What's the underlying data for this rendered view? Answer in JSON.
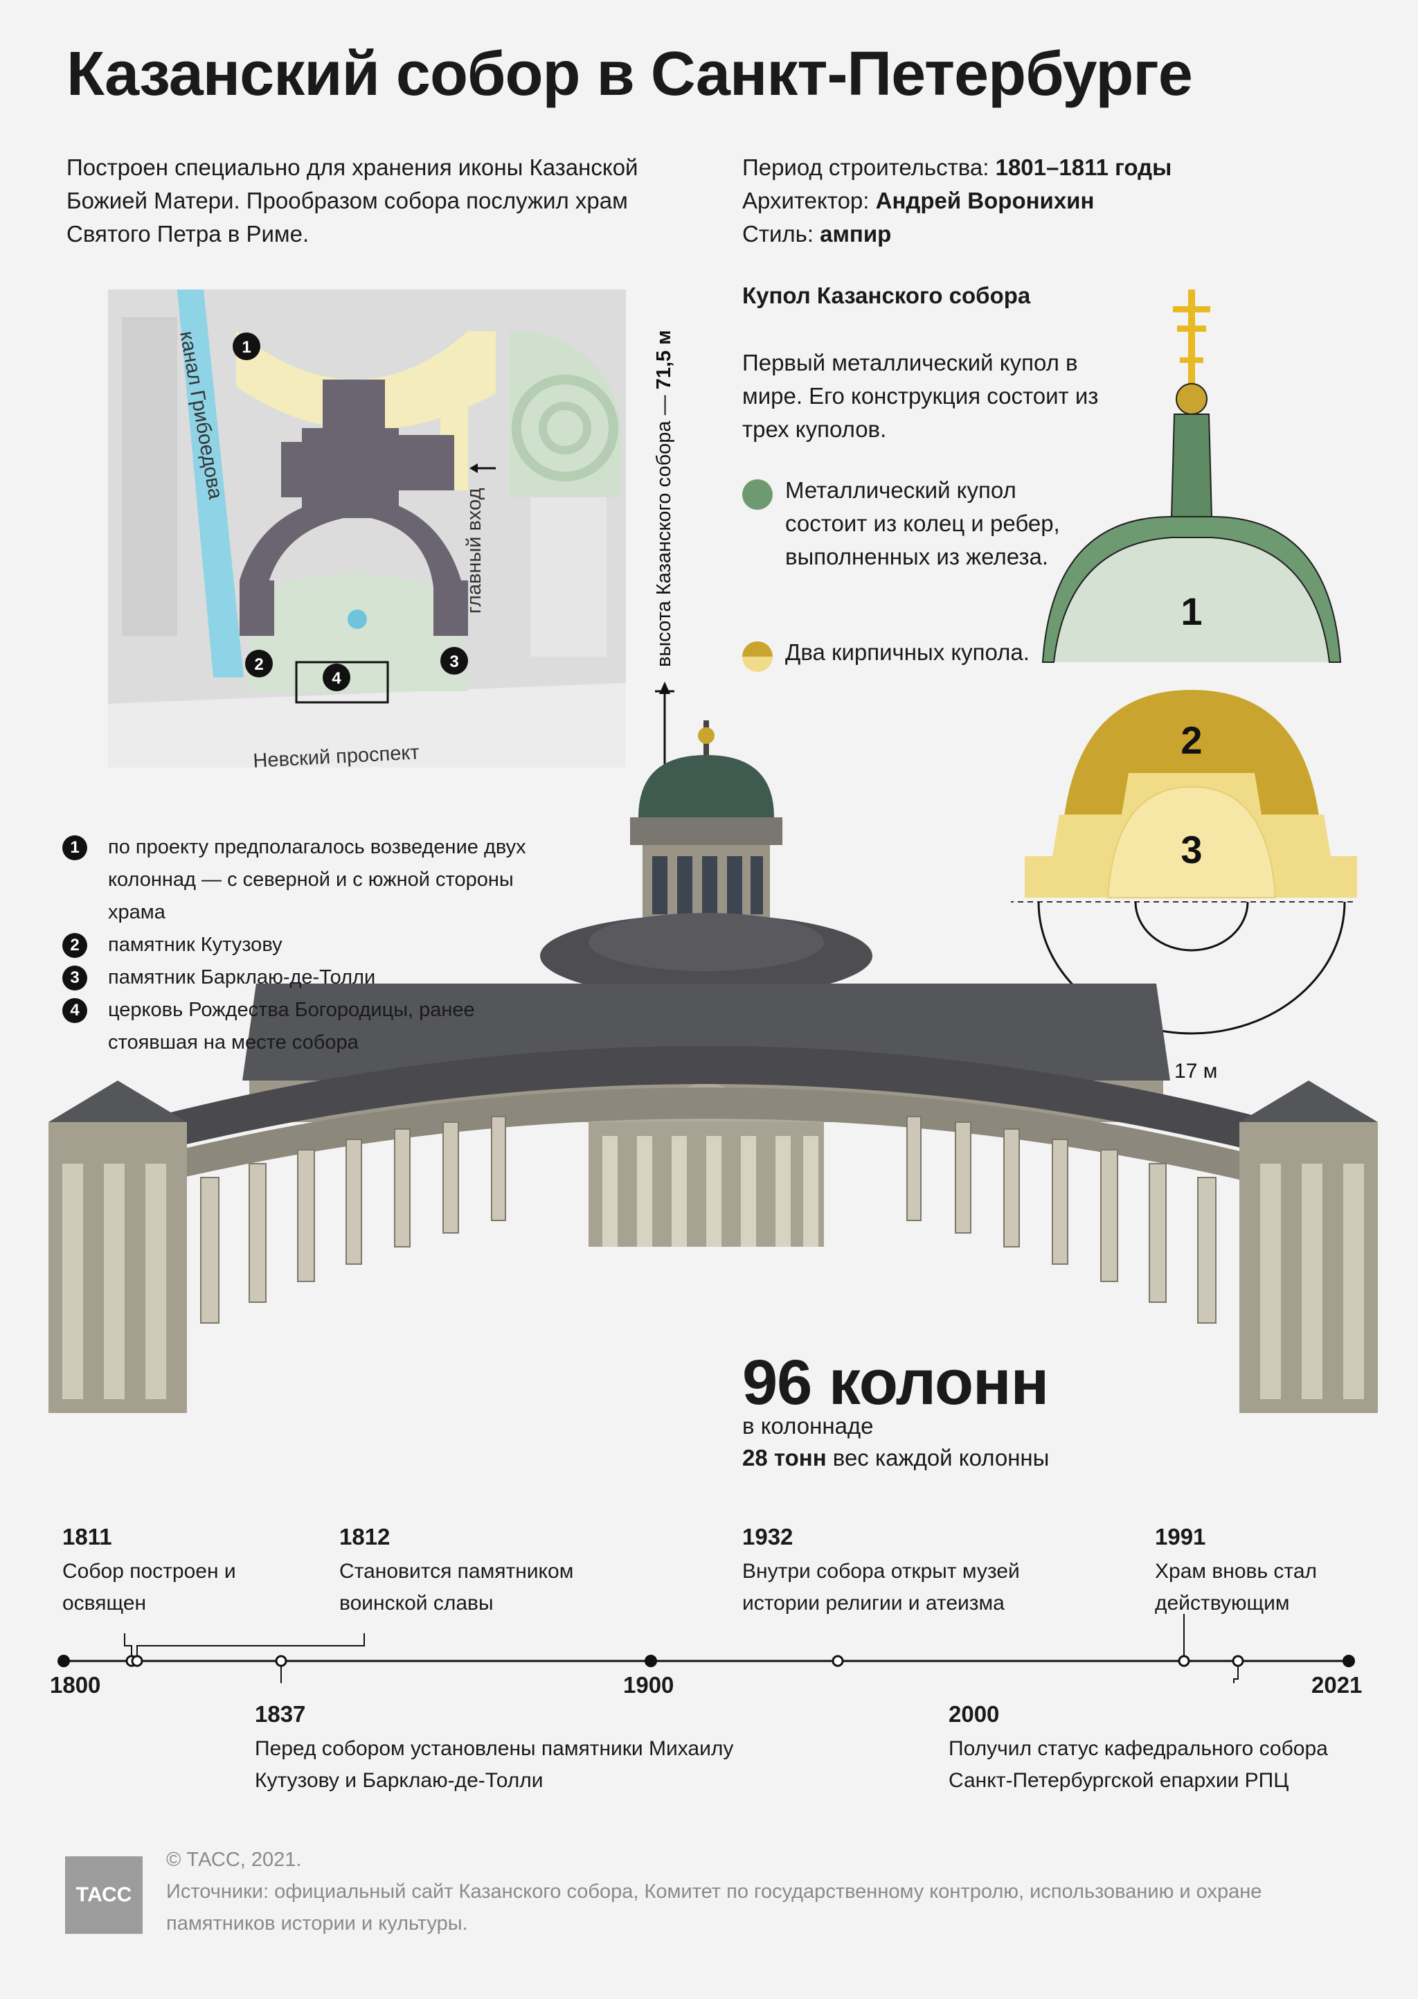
{
  "title": "Казанский собор в Санкт-Петербурге",
  "intro": "Построен специально для хранения иконы Казанской Божией Матери. Прообразом собора послужил храм Святого Петра в Риме.",
  "facts": {
    "period_label": "Период строительства:",
    "period_value": "1801–1811 годы",
    "architect_label": "Архитектор:",
    "architect_value": "Андрей Воронихин",
    "style_label": "Стиль:",
    "style_value": "ампир"
  },
  "map": {
    "canal": "канал Грибоедова",
    "prospect": "Невский проспект",
    "entrance": "главный вход",
    "markers": [
      "1",
      "2",
      "3",
      "4"
    ]
  },
  "height_label": "высота Казанского собора —",
  "height_value": "71,5 м",
  "dome": {
    "heading": "Купол Казанского собора",
    "description": "Первый металлический купол в мире. Его конструкция состоит из трех куполов.",
    "legend": [
      {
        "text": "Металлический купол состоит из колец и ребер, выполненных из железа.",
        "color": "#6e9a72"
      },
      {
        "text": "Два кирпичных купола.",
        "color": "#d4b83a"
      }
    ],
    "numbers": [
      "1",
      "2",
      "3"
    ],
    "diameter": "∅ 17 м"
  },
  "notes": [
    {
      "num": "1",
      "text": "по проекту предполагалось возведение двух колоннад — с северной и с южной стороны храма"
    },
    {
      "num": "2",
      "text": "памятник Кутузову"
    },
    {
      "num": "3",
      "text": "памятник Барклаю-де-Толли"
    },
    {
      "num": "4",
      "text": "церковь Рождества Богородицы, ранее стоявшая на месте собора"
    }
  ],
  "columns": {
    "headline": "96 колонн",
    "sub": "в колоннаде",
    "weight_bold": "28 тонн",
    "weight_rest": " вес каждой колонны"
  },
  "timeline": {
    "start": "1800",
    "mid": "1900",
    "end": "2021",
    "events": [
      {
        "year": "1811",
        "text": "Собор построен и освящен"
      },
      {
        "year": "1812",
        "text": "Становится памятником воинской славы"
      },
      {
        "year": "1837",
        "text": "Перед собором установлены памятники Михаилу Кутузову и Барклаю-де-Толли"
      },
      {
        "year": "1932",
        "text": "Внутри собора открыт музей истории религии и атеизма"
      },
      {
        "year": "1991",
        "text": "Храм вновь стал действующим"
      },
      {
        "year": "2000",
        "text": "Получил статус кафедрального собора Санкт-Петербургской епархии РПЦ"
      }
    ]
  },
  "footer": {
    "logo": "ТАСС",
    "copyright": "© ТАСС, 2021.",
    "sources": "Источники: официальный сайт Казанского собора, Комитет по государственному контролю, использованию и охране памятников истории и культуры."
  },
  "colors": {
    "green": "#6e9a72",
    "gold": "#d4b83a",
    "pale_gold": "#f0dc88",
    "stone": "#bfb8aa",
    "roof": "#4a4a4c"
  }
}
